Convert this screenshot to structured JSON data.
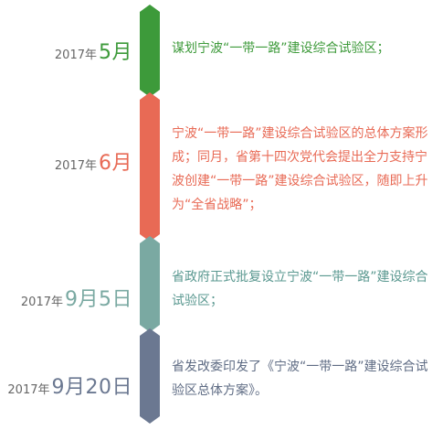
{
  "colors": {
    "green": "#3d9a3a",
    "red": "#e86a55",
    "teal": "#7aa9a2",
    "slate": "#6b7891"
  },
  "events": [
    {
      "year": "2017年",
      "date": "5月",
      "text": "谋划宁波“一带一路”建设综合试验区；"
    },
    {
      "year": "2017年",
      "date": "6月",
      "text": "宁波“一带一路”建设综合试验区的总体方案形成；同月，省第十四次党代会提出全力支持宁波创建“一带一路”建设综合试验区，随即上升为“全省战略”；"
    },
    {
      "year": "2017年",
      "date": "9月5日",
      "text": "省政府正式批复设立宁波“一带一路”建设综合试验区；"
    },
    {
      "year": "2017年",
      "date": "9月20日",
      "text": "省发改委印发了《宁波“一带一路”建设综合试验区总体方案》。"
    }
  ]
}
